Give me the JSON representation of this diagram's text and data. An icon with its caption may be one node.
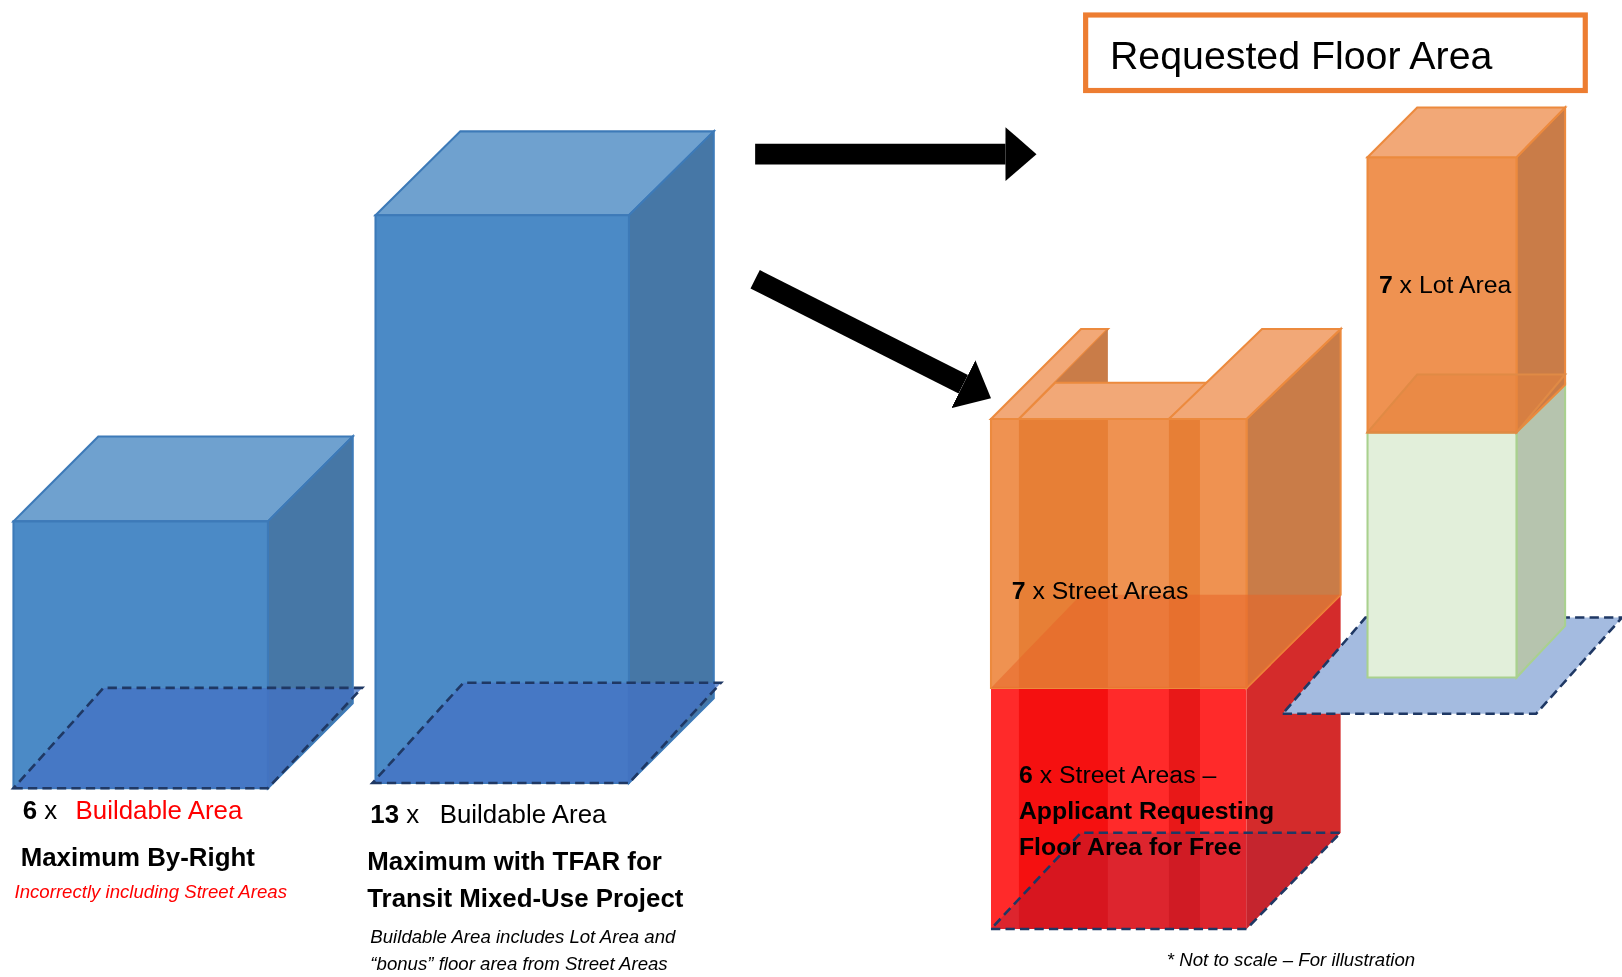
{
  "diagram": {
    "nodes": [
      {
        "text": [
          "Requested Floor Area"
        ]
      },
      {
        "text": [
          "**6** x",
          "Buildable Area",
          "Maximum By-Right",
          "Incorrectly including Street Areas"
        ]
      },
      {
        "text": [
          "**13** x",
          "Buildable Area",
          "Maximum with TFAR for Transit Mixed-Use Project"
        ]
      },
      {
        "text": [
          "**7** x Street Areas",
          "**6** x Street Areas – **Applicant Requesting Floor Area for Free**"
        ]
      },
      {
        "text": [
          "**7** x Lot Area"
        ]
      }
    ],
    "edges": [
      {
        "from": 2,
        "to": null,
        "arrow": "to"
      },
      {
        "from": 2,
        "to": 3,
        "arrow": "to"
      }
    ],
    "labels": [
      "Buildable Area includes Lot Area and “bonus” floor area from Street Areas",
      "* Not to scale – For illustration"
    ]
  }
}
